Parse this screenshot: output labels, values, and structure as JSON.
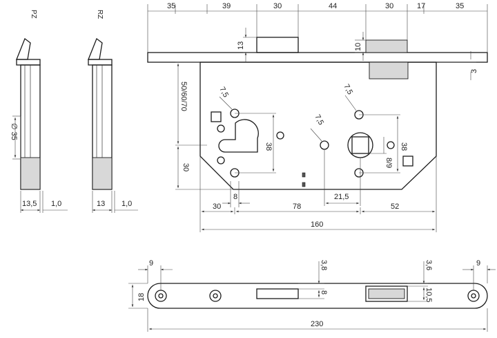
{
  "side_views": {
    "pz": {
      "label": "PZ",
      "dia": "∅ 35",
      "width": "13,5",
      "gap": "1,0"
    },
    "rz": {
      "label": "RZ",
      "width": "13",
      "gap": "1,0"
    }
  },
  "top_dims": [
    "35",
    "39",
    "30",
    "44",
    "30",
    "17",
    "35"
  ],
  "front_dims": {
    "d13": "13",
    "d10": "10",
    "d3": "3",
    "backset": "50/60/70",
    "d30v": "30",
    "d75a": "7,5",
    "d75b": "7,5",
    "d75c": "7,5",
    "d38a": "38",
    "d38b": "38",
    "d89": "8/9",
    "d8": "8",
    "d215": "21,5",
    "d30h": "30",
    "d78": "78",
    "d52": "52",
    "d160": "160"
  },
  "faceplate_dims": {
    "d9l": "9",
    "d18": "18",
    "d38": "3,8",
    "d8": "8",
    "d36": "3,6",
    "d105": "10,5",
    "d9r": "9",
    "d230": "230"
  }
}
